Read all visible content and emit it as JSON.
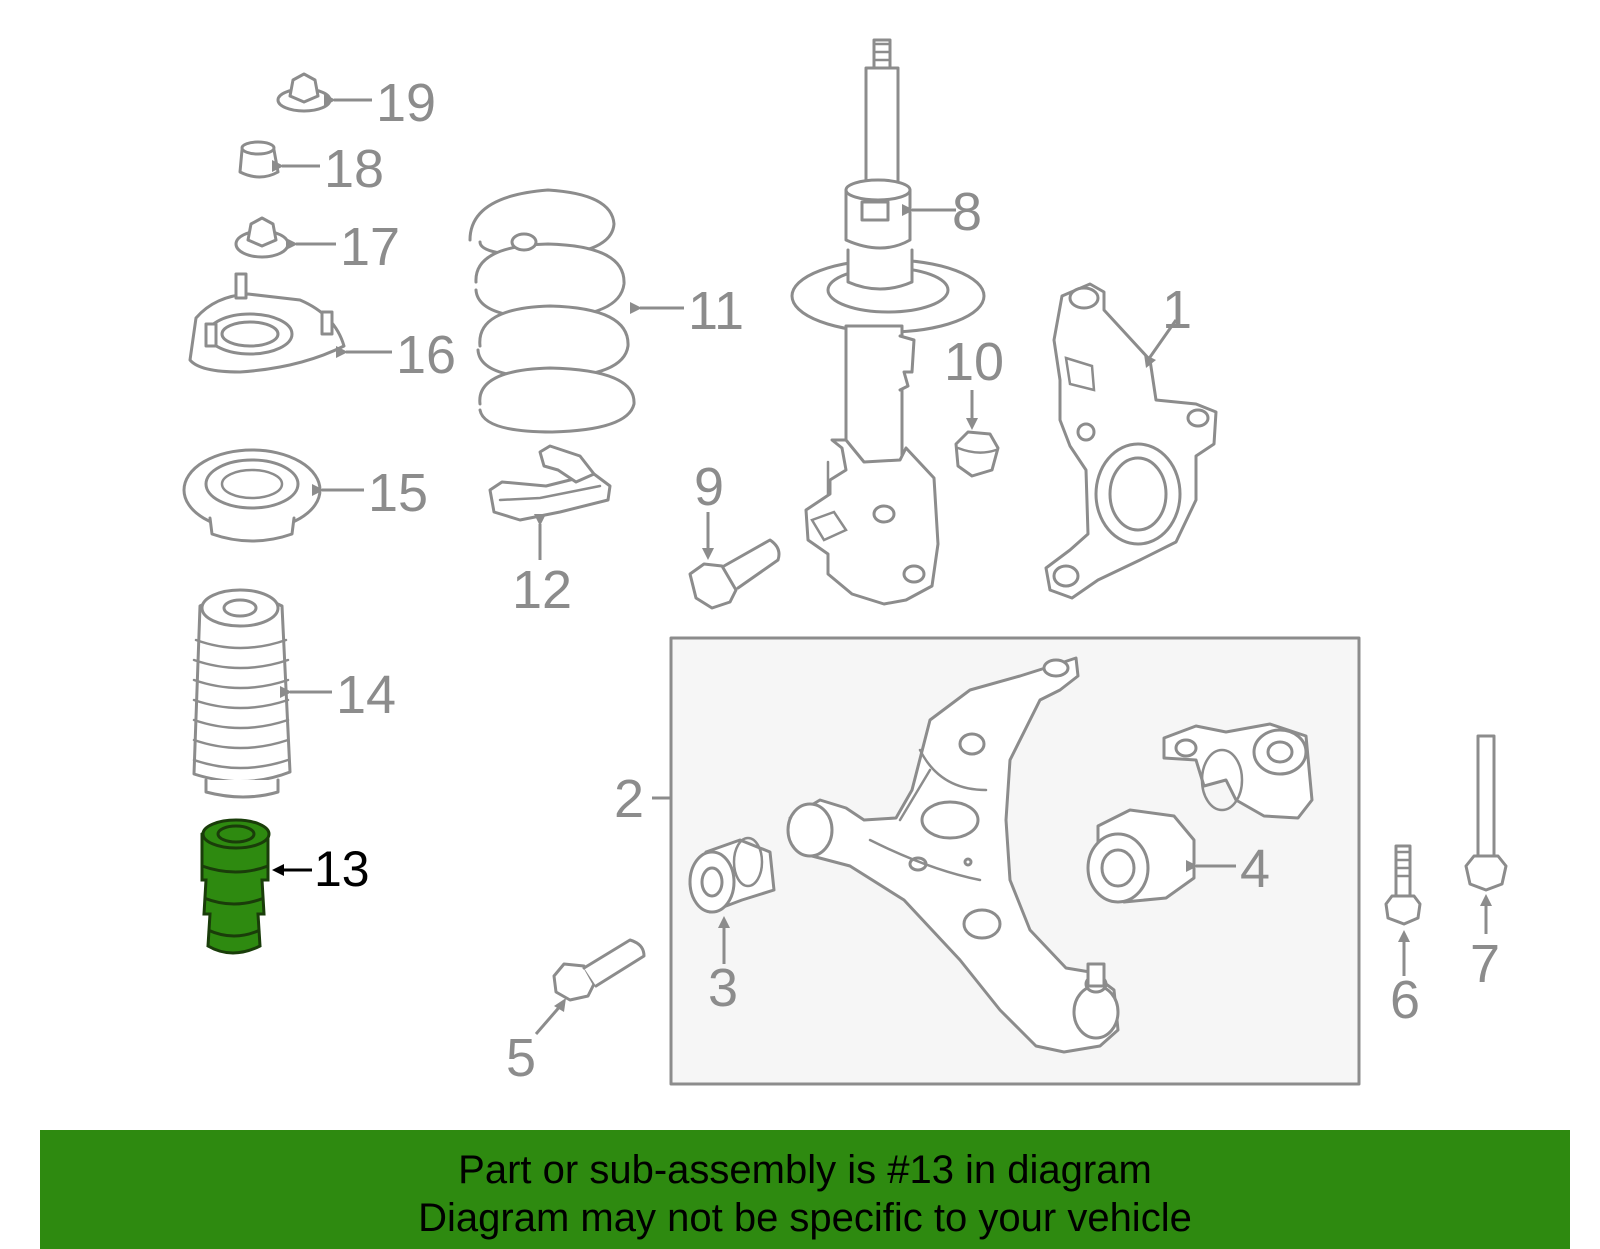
{
  "callouts": {
    "c1": "1",
    "c2": "2",
    "c3": "3",
    "c4": "4",
    "c5": "5",
    "c6": "6",
    "c7": "7",
    "c8": "8",
    "c9": "9",
    "c10": "10",
    "c11": "11",
    "c12": "12",
    "c13": "13",
    "c14": "14",
    "c15": "15",
    "c16": "16",
    "c17": "17",
    "c18": "18",
    "c19": "19"
  },
  "highlighted_part": "13",
  "highlight_color": "#2e8a10",
  "line_color": "#8c8c8c",
  "banner": {
    "line1": "Part or sub-assembly is #13 in diagram",
    "line2": "Diagram may not be specific to your vehicle",
    "color": "#2e8a10"
  }
}
